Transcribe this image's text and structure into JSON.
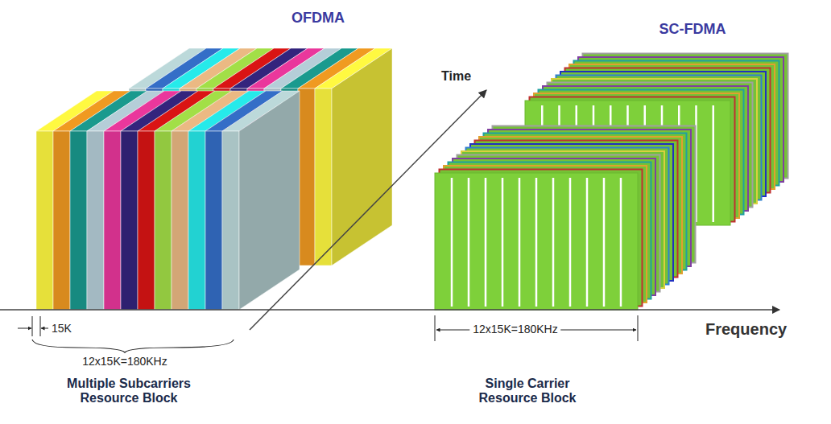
{
  "diagram": {
    "labels": [
      "OFDMA",
      "SC-FDMA",
      "Time",
      "15K",
      "12x15K=180KHz",
      "Multiple Subcarriers Resource Block",
      "12x15K=180KHz",
      "Frequency",
      "Single Carrier Resource Block"
    ]
  }
}
